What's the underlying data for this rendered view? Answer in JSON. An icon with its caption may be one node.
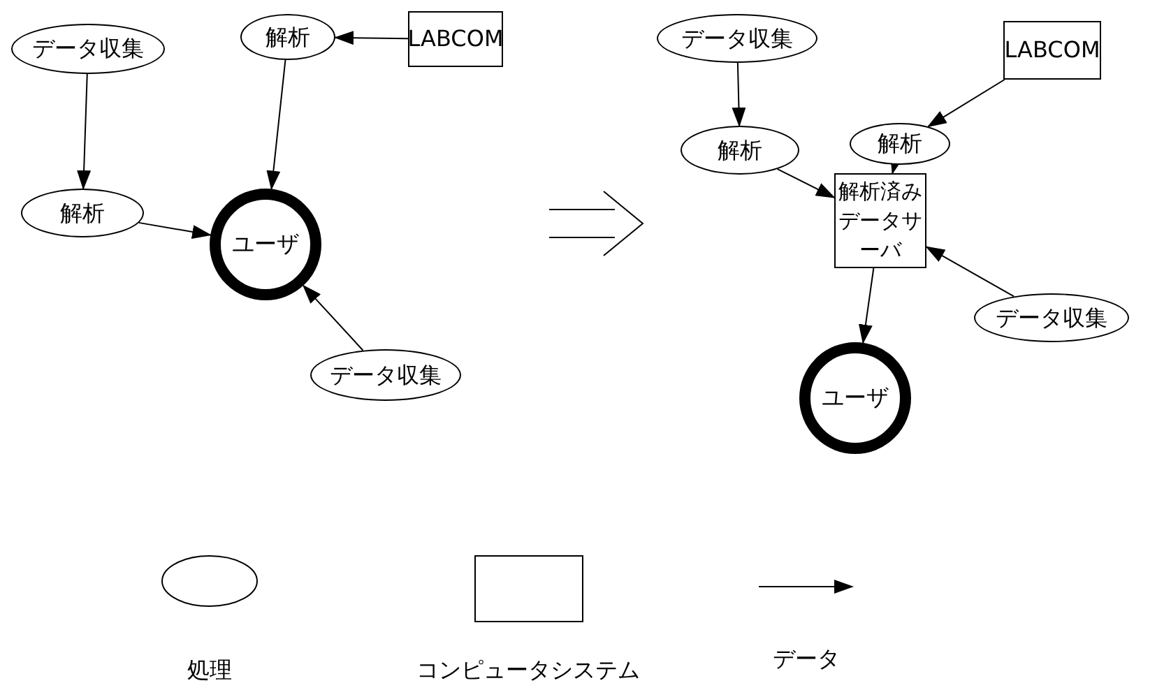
{
  "diagram": {
    "nodes": [
      {
        "text": [
          "データ収集"
        ]
      },
      {
        "text": [
          "解析"
        ]
      },
      {
        "text": [
          "LABCOM"
        ]
      },
      {
        "text": [
          "解析"
        ]
      },
      {
        "text": [
          "ユーザ"
        ]
      },
      {
        "text": [
          "データ収集"
        ]
      },
      {
        "text": [
          "データ収集"
        ]
      },
      {
        "text": [
          "LABCOM"
        ]
      },
      {
        "text": [
          "解析"
        ]
      },
      {
        "text": [
          "解析"
        ]
      },
      {
        "text": [
          "解析済みデータサーバ"
        ]
      },
      {
        "text": [
          "データ収集"
        ]
      },
      {
        "text": [
          "ユーザ"
        ]
      }
    ],
    "edges": [
      {
        "from": 0,
        "to": 3,
        "arrow": "to"
      },
      {
        "from": 2,
        "to": 1,
        "arrow": "to"
      },
      {
        "from": 1,
        "to": 4,
        "arrow": "to"
      },
      {
        "from": 3,
        "to": 4,
        "arrow": "to"
      },
      {
        "from": 5,
        "to": 4,
        "arrow": "to"
      },
      {
        "from": 6,
        "to": 9,
        "arrow": "to"
      },
      {
        "from": 7,
        "to": 8,
        "arrow": "to"
      },
      {
        "from": 8,
        "to": 10,
        "arrow": "to"
      },
      {
        "from": 9,
        "to": 10,
        "arrow": "to"
      },
      {
        "from": 11,
        "to": 10,
        "arrow": "to"
      },
      {
        "from": 10,
        "to": 12,
        "arrow": "to"
      }
    ],
    "legend": [
      {
        "text": "処理"
      },
      {
        "text": "コンピュータシステム"
      },
      {
        "text": "データ"
      }
    ]
  }
}
